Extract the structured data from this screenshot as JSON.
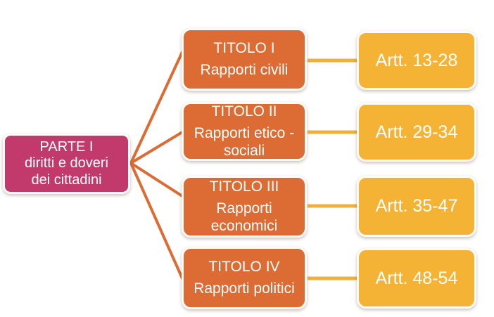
{
  "diagram": {
    "title": "PARTE I - diritti e doveri dei cittadini",
    "colors": {
      "root": "#C23A6B",
      "branch": "#DC6B34",
      "leaf": "#F5B335",
      "connector_root": "#DC6B34",
      "connector_leaf": "#F0B03A",
      "background": "#FFFFFF",
      "text": "#FFFFFF"
    },
    "root": {
      "lines": [
        "PARTE I",
        "diritti e doveri",
        "dei cittadini"
      ]
    },
    "branches": [
      {
        "heading": "TITOLO I",
        "subtitle_lines": [
          "Rapporti civili"
        ],
        "articles": "Artt. 13-28"
      },
      {
        "heading": "TITOLO II",
        "subtitle_lines": [
          "Rapporti etico -",
          "sociali"
        ],
        "articles": "Artt. 29-34"
      },
      {
        "heading": "TITOLO III",
        "subtitle_lines": [
          "Rapporti",
          "economici"
        ],
        "articles": "Artt. 35-47"
      },
      {
        "heading": "TITOLO IV",
        "subtitle_lines": [
          "Rapporti politici"
        ],
        "articles": "Artt. 48-54"
      }
    ]
  }
}
